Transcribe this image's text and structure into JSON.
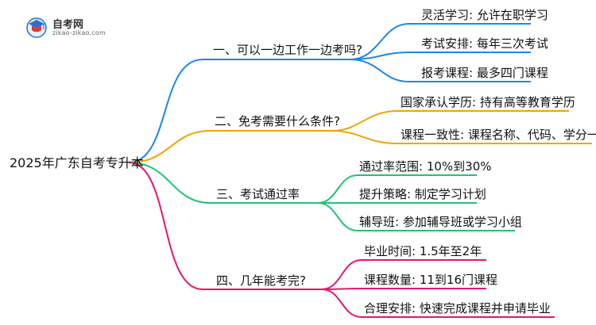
{
  "logo": {
    "title": "自考网",
    "url": "zikao-zikao.com"
  },
  "root": "2025年广东自考专升本",
  "branches": [
    {
      "label": "一、可以一边工作一边考吗?",
      "color": "#1f87e5",
      "leaves": [
        "灵活学习: 允许在职学习",
        "考试安排: 每年三次考试",
        "报考课程: 最多四门课程"
      ]
    },
    {
      "label": "二、免考需要什么条件?",
      "color": "#f0a500",
      "leaves": [
        "国家承认学历: 持有高等教育学历",
        "课程一致性: 课程名称、代码、学分一致"
      ]
    },
    {
      "label": "三、考试通过率",
      "color": "#22c275",
      "leaves": [
        "通过率范围: 10%到30%",
        "提升策略: 制定学习计划",
        "辅导班: 参加辅导班或学习小组"
      ]
    },
    {
      "label": "四、几年能考完?",
      "color": "#e8156b",
      "leaves": [
        "毕业时间: 1.5年至2年",
        "课程数量: 11到16门课程",
        "合理安排: 快速完成课程并申请毕业"
      ]
    }
  ]
}
